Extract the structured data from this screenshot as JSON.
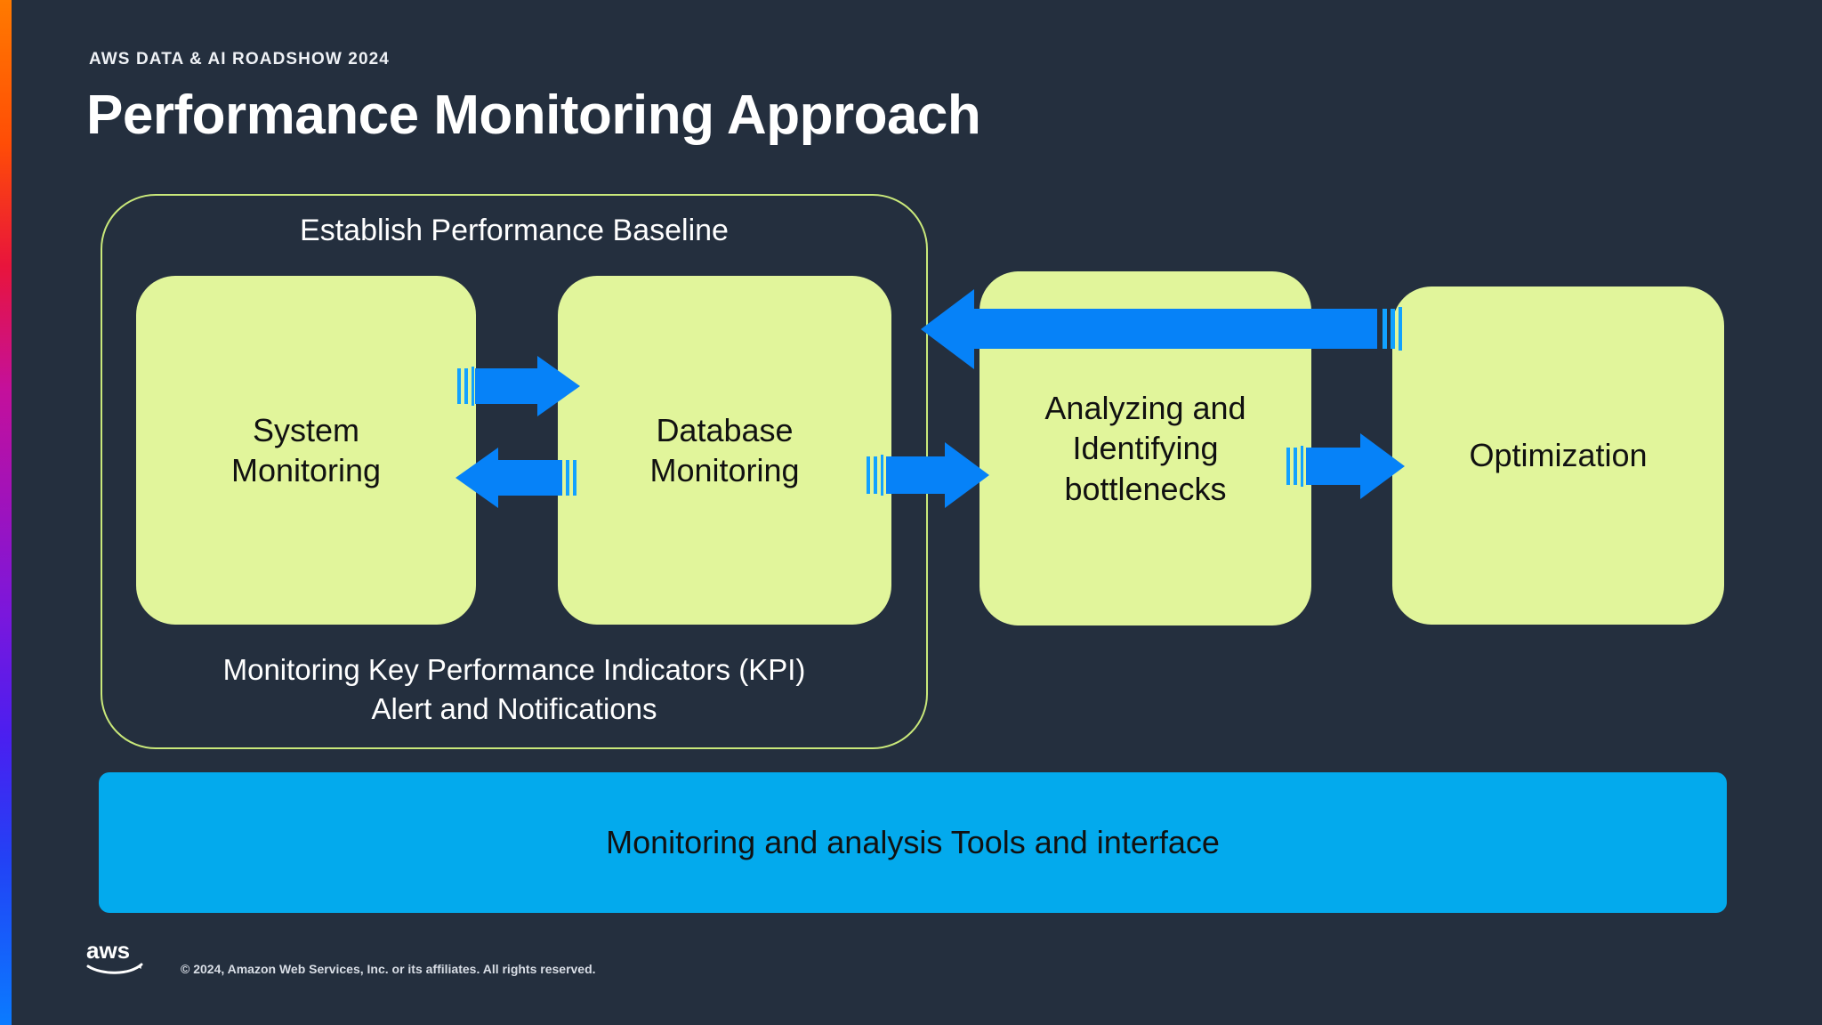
{
  "slide": {
    "background_color": "#242F3E",
    "eyebrow": "AWS DATA & AI ROADSHOW 2024",
    "title": "Performance Monitoring Approach"
  },
  "colors": {
    "background": "#242F3E",
    "card_fill": "#E1F59B",
    "group_outline": "#C9E87A",
    "arrow_blue": "#0682F8",
    "bar_blue": "#03AAED",
    "title_text": "#FFFFFF"
  },
  "diagram": {
    "group": {
      "caption_top": "Establish Performance Baseline",
      "caption_bottom": "Monitoring Key Performance Indicators (KPI)\nAlert and Notifications",
      "caption_bottom_line1": "Monitoring Key Performance Indicators (KPI)",
      "caption_bottom_line2": "Alert and Notifications"
    },
    "cards": [
      {
        "id": "system-monitoring",
        "label": "System\nMonitoring",
        "line1": "System",
        "line2": "Monitoring"
      },
      {
        "id": "database-monitoring",
        "label": "Database\nMonitoring",
        "line1": "Database",
        "line2": "Monitoring"
      },
      {
        "id": "analyzing-bottlenecks",
        "label": "Analyzing and Identifying bottlenecks",
        "line1": "Analyzing and",
        "line2": "Identifying",
        "line3": "bottlenecks"
      },
      {
        "id": "optimization",
        "label": "Optimization",
        "line1": "Optimization"
      }
    ],
    "arrows": [
      {
        "id": "system-to-database",
        "direction": "right",
        "from": "System Monitoring",
        "to": "Database Monitoring"
      },
      {
        "id": "database-to-system",
        "direction": "left",
        "from": "Database Monitoring",
        "to": "System Monitoring"
      },
      {
        "id": "database-to-analyzing",
        "direction": "right",
        "from": "Database Monitoring",
        "to": "Analyzing and Identifying bottlenecks"
      },
      {
        "id": "analyzing-to-optimization",
        "direction": "right",
        "from": "Analyzing and Identifying bottlenecks",
        "to": "Optimization"
      },
      {
        "id": "optimization-feedback",
        "direction": "left",
        "from": "Optimization",
        "to": "Database Monitoring"
      }
    ],
    "tools_bar": {
      "label": "Monitoring and analysis Tools and interface"
    }
  },
  "footer": {
    "logo_text": "aws",
    "copyright": "© 2024, Amazon Web Services, Inc. or its affiliates. All rights reserved."
  }
}
